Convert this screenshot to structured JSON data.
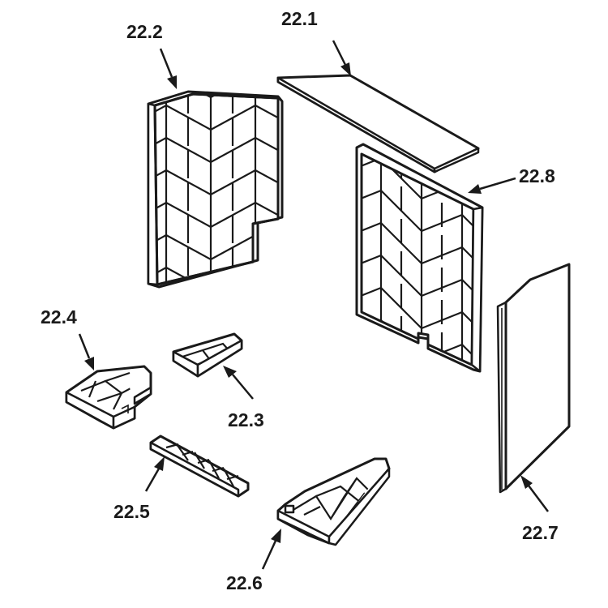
{
  "labels": {
    "p22_1": "22.1",
    "p22_2": "22.2",
    "p22_3": "22.3",
    "p22_4": "22.4",
    "p22_5": "22.5",
    "p22_6": "22.6",
    "p22_7": "22.7",
    "p22_8": "22.8"
  },
  "colors": {
    "ink": "#1a1a1a",
    "paper": "#ffffff"
  }
}
